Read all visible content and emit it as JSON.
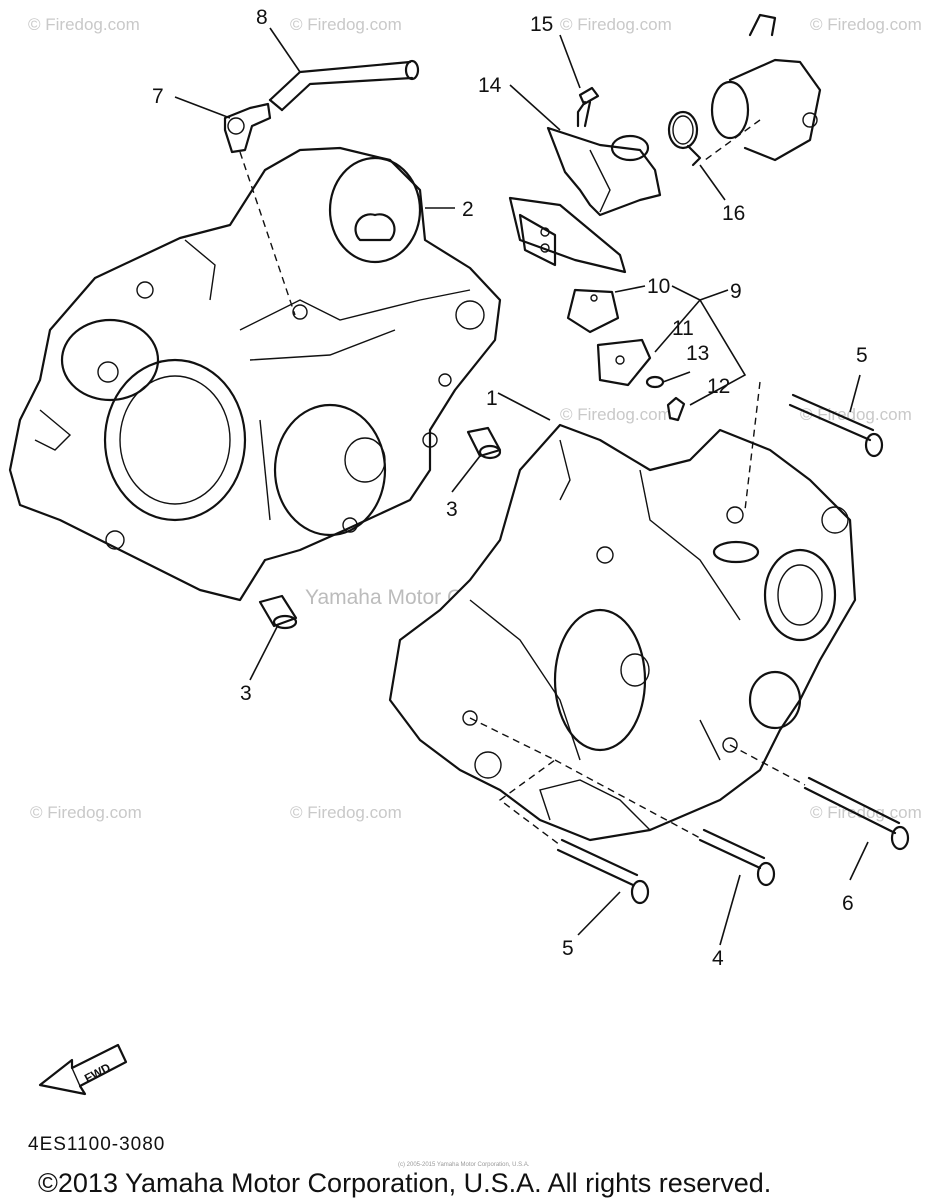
{
  "watermarks": {
    "site": "© Firedog.com",
    "brand": "Yamaha Motor Corp. U.S.A."
  },
  "part_numbers": {
    "p1": "1",
    "p2": "2",
    "p3a": "3",
    "p3b": "3",
    "p4": "4",
    "p5a": "5",
    "p5b": "5",
    "p6": "6",
    "p7": "7",
    "p8": "8",
    "p9": "9",
    "p10": "10",
    "p11": "11",
    "p12": "12",
    "p13": "13",
    "p14": "14",
    "p15": "15",
    "p16": "16"
  },
  "fwd_label": "FWD",
  "diagram_code": "4ES1100-3080",
  "small_copyright": "(c) 2005-2015 Yamaha Motor Corporation, U.S.A.",
  "copyright": "©2013 Yamaha Motor Corporation, U.S.A. All rights reserved.",
  "icons": [
    "fwd-arrow-icon"
  ]
}
